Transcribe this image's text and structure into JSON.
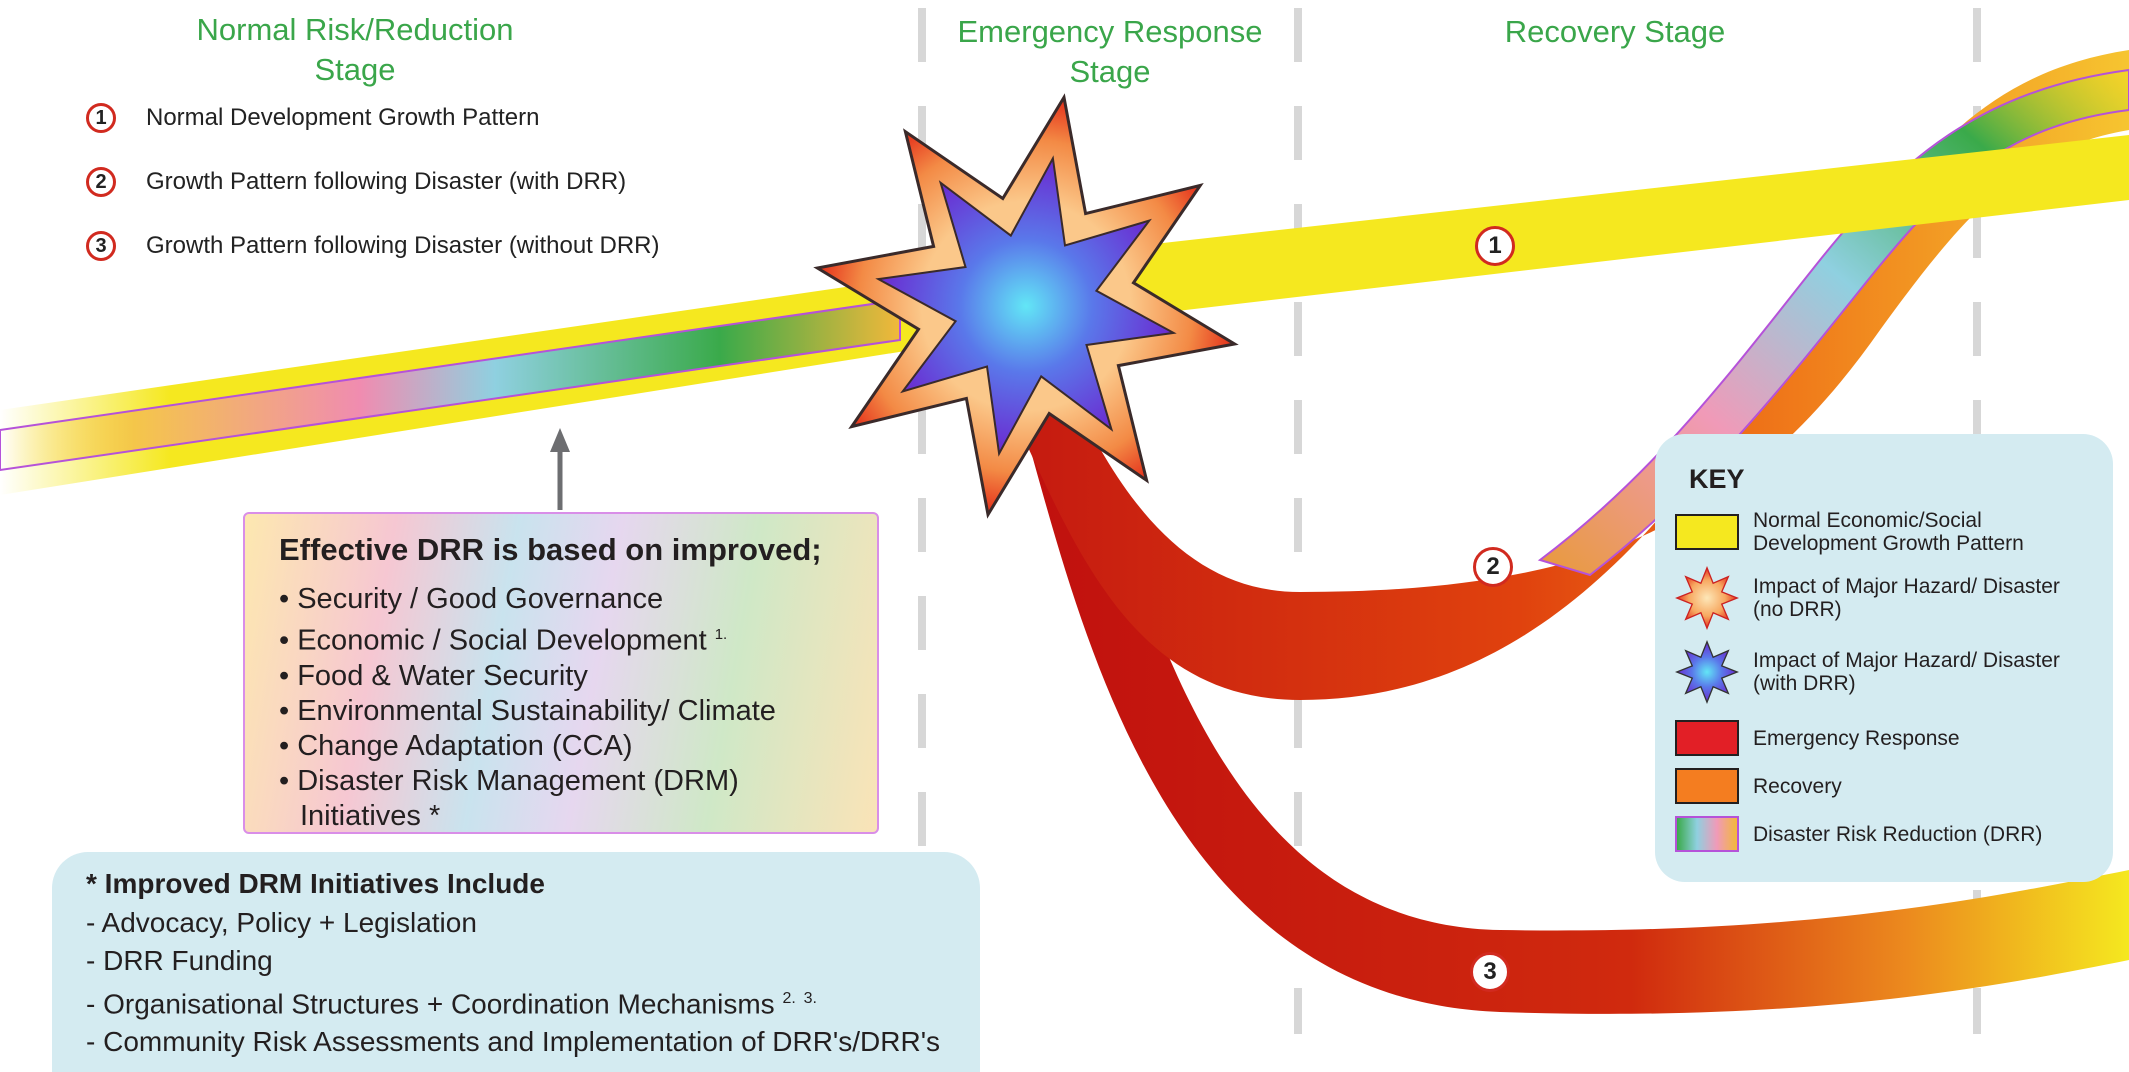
{
  "stages": {
    "normal": "Normal Risk/Reduction Stage",
    "emergency_line1": "Emergency Response",
    "emergency_line2": "Stage",
    "recovery": "Recovery Stage"
  },
  "legend": [
    {
      "num": "1",
      "label": "Normal Development Growth Pattern"
    },
    {
      "num": "2",
      "label": "Growth Pattern following Disaster (with DRR)"
    },
    {
      "num": "3",
      "label": "Growth Pattern following Disaster (without DRR)"
    }
  ],
  "drr_box": {
    "title": "Effective DRR is based on improved;",
    "items": [
      "Security / Good Governance",
      "Economic / Social Development",
      "Food & Water Security",
      "Environmental Sustainability/ Climate",
      "Change Adaptation (CCA)",
      "Disaster Risk Management (DRM)",
      "Initiatives *"
    ],
    "footnote_1": "1."
  },
  "drm_box": {
    "title": "* Improved DRM Initiatives Include",
    "items": [
      "- Advocacy, Policy + Legislation",
      "- DRR Funding",
      "- Organisational Structures + Coordination Mechanisms",
      "- Community Risk Assessments and Implementation of DRR's/DRR's"
    ],
    "footnote_2": "2.",
    "footnote_3": "3."
  },
  "markers": [
    "1",
    "2",
    "3"
  ],
  "key": {
    "title": "KEY",
    "items": [
      {
        "label_1": "Normal Economic/Social",
        "label_2": "Development Growth Pattern",
        "icon": "yellow-band-swatch"
      },
      {
        "label_1": "Impact of Major Hazard/ Disaster",
        "label_2": "(no DRR)",
        "icon": "orange-star-icon"
      },
      {
        "label_1": "Impact of Major Hazard/ Disaster",
        "label_2": "(with DRR)",
        "icon": "blue-star-icon"
      },
      {
        "label_1": "Emergency Response",
        "label_2": "",
        "icon": "red-swatch"
      },
      {
        "label_1": "Recovery",
        "label_2": "",
        "icon": "orange-swatch"
      },
      {
        "label_1": "Disaster Risk Reduction (DRR)",
        "label_2": "",
        "icon": "drr-gradient-swatch"
      }
    ]
  },
  "colors": {
    "stage_title": "#3aa64a",
    "normal_band": "#f5e81f",
    "emergency": "#e21f26",
    "recovery": "#f47d20",
    "key_bg": "#d4ebf1",
    "marker_border": "#d12a1f"
  }
}
